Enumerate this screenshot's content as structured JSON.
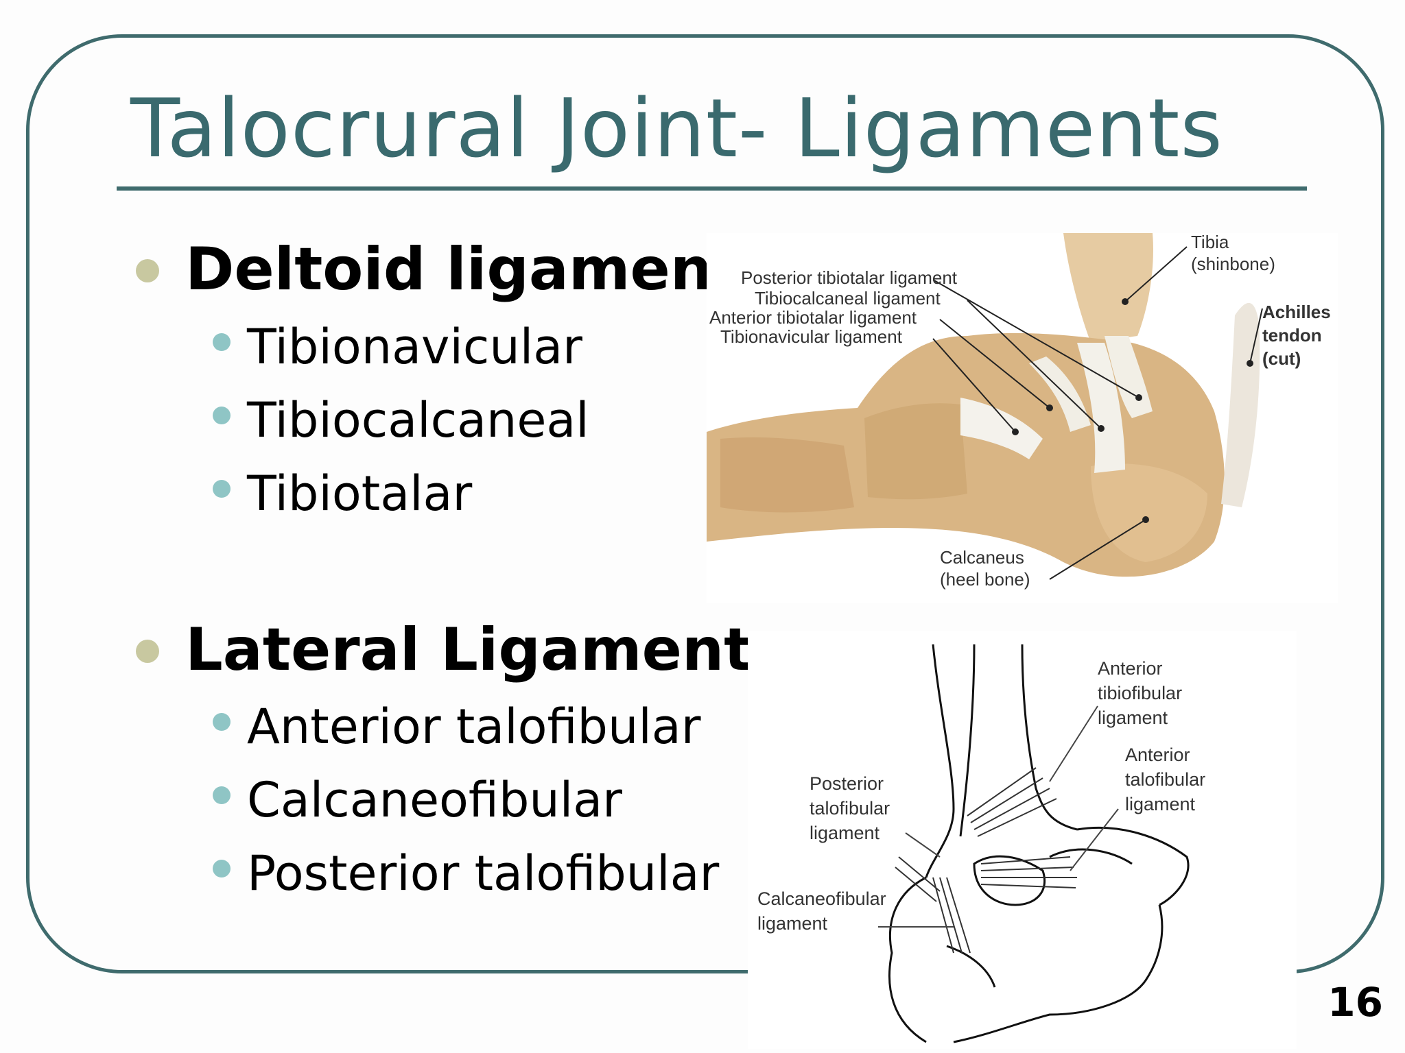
{
  "slide": {
    "title": "Talocrural Joint- Ligaments",
    "page_number": "16",
    "sections": [
      {
        "heading": "Deltoid ligament",
        "items": [
          "Tibionavicular",
          "Tibiocalcaneal",
          "Tibiotalar"
        ]
      },
      {
        "heading": "Lateral Ligament",
        "items": [
          "Anterior talofibular",
          "Calcaneofibular",
          "Posterior talofibular"
        ]
      }
    ]
  },
  "figure_medial": {
    "labels": {
      "tibia": "Tibia",
      "tibia_sub": "(shinbone)",
      "post_tibiotalar": "Posterior tibiotalar ligament",
      "tibiocalcaneal": "Tibiocalcaneal ligament",
      "ant_tibiotalar": "Anterior tibiotalar ligament",
      "tibionavicular": "Tibionavicular ligament",
      "achilles_1": "Achilles",
      "achilles_2": "tendon",
      "achilles_3": "(cut)",
      "calcaneus": "Calcaneus",
      "calcaneus_sub": "(heel bone)"
    }
  },
  "figure_lateral": {
    "labels": {
      "ant_tibiofib_1": "Anterior",
      "ant_tibiofib_2": "tibiofibular",
      "ant_tibiofib_3": "ligament",
      "ant_talofib_1": "Anterior",
      "ant_talofib_2": "talofibular",
      "ant_talofib_3": "ligament",
      "post_talofib_1": "Posterior",
      "post_talofib_2": "talofibular",
      "post_talofib_3": "ligament",
      "calcaneofib_1": "Calcaneofibular",
      "calcaneofib_2": "ligament"
    }
  }
}
